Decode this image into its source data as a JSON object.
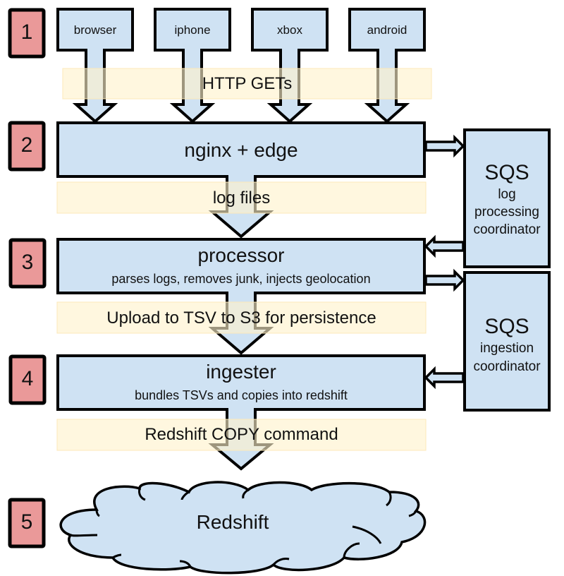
{
  "diagram": {
    "colors": {
      "box_fill": "#cfe2f3",
      "badge_fill": "#ea9999",
      "band_fill": "#fff2cc",
      "stroke": "#000000"
    },
    "steps": [
      "1",
      "2",
      "3",
      "4",
      "5"
    ],
    "clients": [
      "browser",
      "iphone",
      "xbox",
      "android"
    ],
    "bands": {
      "http": "HTTP GETs",
      "logs": "log files",
      "upload": "Upload to TSV to S3 for persistence",
      "copy": "Redshift COPY command"
    },
    "stages": {
      "edge": {
        "title": "nginx + edge"
      },
      "processor": {
        "title": "processor",
        "subtitle": "parses logs, removes junk, injects geolocation"
      },
      "ingester": {
        "title": "ingester",
        "subtitle": "bundles TSVs and copies into redshift"
      },
      "redshift": {
        "title": "Redshift"
      }
    },
    "queues": {
      "log": {
        "title": "SQS",
        "line1": "log",
        "line2": "processing",
        "line3": "coordinator"
      },
      "ingest": {
        "title": "SQS",
        "line1": "ingestion",
        "line2": "coordinator"
      }
    }
  }
}
